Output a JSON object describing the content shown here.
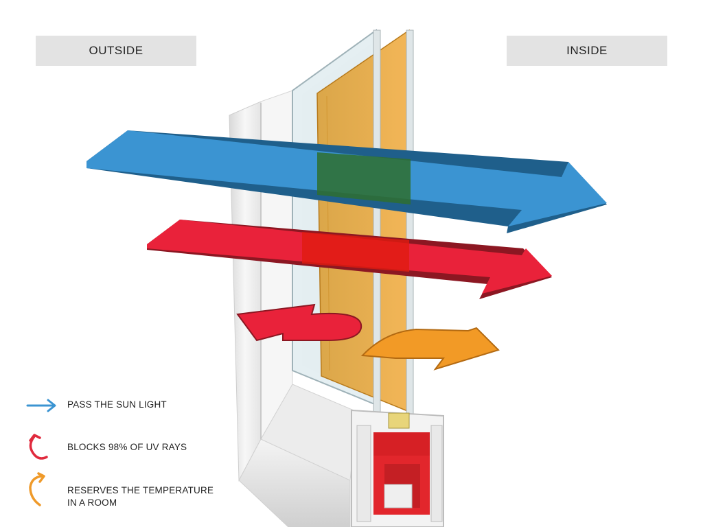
{
  "labels": {
    "outside": "OUTSIDE",
    "inside": "INSIDE"
  },
  "legend": [
    {
      "icon": "blue-arrow-right-icon",
      "color": "#3b94d2",
      "text_lines": [
        "PASS THE SUN LIGHT"
      ]
    },
    {
      "icon": "red-curved-arrow-back-icon",
      "color": "#e02a3d",
      "text_lines": [
        "BLOCKS 98% OF UV RAYS"
      ]
    },
    {
      "icon": "orange-curved-arrow-forward-icon",
      "color": "#ef9a2a",
      "text_lines": [
        "RESERVES THE TEMPERATURE",
        "IN A ROOM"
      ]
    }
  ],
  "colors": {
    "sunlight_arrow": "#3b94d2",
    "uv_arrow": "#e02a3d",
    "heat_arrow": "#f29a26",
    "tinted_glass": "#e5a22c",
    "frame": "#f2f2f2",
    "seal": "#d62025"
  }
}
